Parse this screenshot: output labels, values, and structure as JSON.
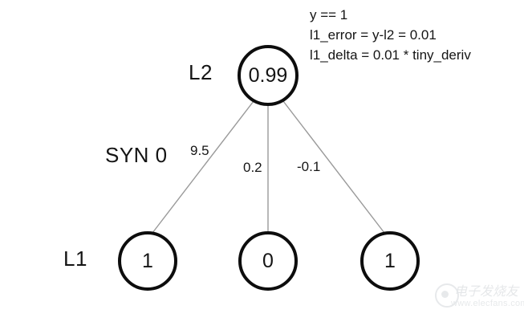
{
  "diagram": {
    "title": "neural-network-backprop-diagram",
    "layers": {
      "output_label": "L2",
      "input_label": "L1",
      "synapse_label": "SYN 0"
    },
    "output_node": {
      "name": "l2-node",
      "value": "0.99"
    },
    "input_nodes": [
      {
        "name": "l1-node-0",
        "value": "1"
      },
      {
        "name": "l1-node-1",
        "value": "0"
      },
      {
        "name": "l1-node-2",
        "value": "1"
      }
    ],
    "weights": [
      {
        "name": "weight-0",
        "value": "9.5"
      },
      {
        "name": "weight-1",
        "value": "0.2"
      },
      {
        "name": "weight-2",
        "value": "-0.1"
      }
    ],
    "annotation": [
      "y == 1",
      "l1_error = y-l2 = 0.01",
      "l1_delta = 0.01 * tiny_deriv"
    ],
    "colors": {
      "node_stroke": "#0d0d0d",
      "edge_stroke": "#9a9a9a",
      "text": "#151515",
      "background": "#ffffff"
    }
  },
  "watermark": {
    "brand_cn": "电子发烧友",
    "url": "www.elecfans.com"
  }
}
